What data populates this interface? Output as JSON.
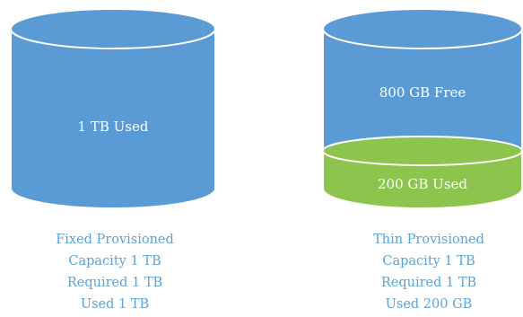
{
  "colors": {
    "blue": "#5b9bd5",
    "green": "#8cc44e",
    "outline": "#ffffff",
    "caption_text": "#5aa3d6",
    "label_text": "#ffffff"
  },
  "fixed": {
    "used_label": "1 TB Used",
    "caption": {
      "title": "Fixed Provisioned",
      "capacity": "Capacity 1 TB",
      "required": "Required 1 TB",
      "used": "Used 1 TB"
    }
  },
  "thin": {
    "free_label": "800 GB Free",
    "used_label": "200 GB Used",
    "caption": {
      "title": "Thin Provisioned",
      "capacity": "Capacity 1 TB",
      "required": "Required 1 TB",
      "used": "Used 200 GB"
    }
  }
}
